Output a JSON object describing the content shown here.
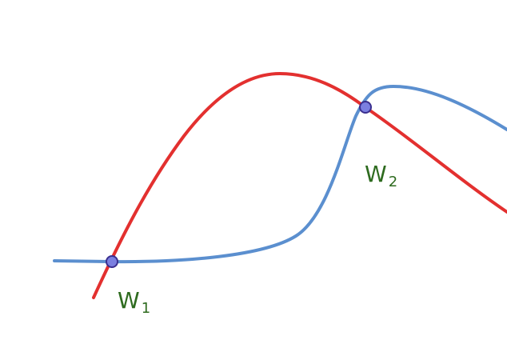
{
  "colors": {
    "red_curve": "#e3302f",
    "blue_curve": "#5b8fcf",
    "point_fill": "#7b7fe0",
    "point_stroke": "#3a2f8f",
    "label": "#2e6b1f"
  },
  "labels": {
    "w1": {
      "main": "W",
      "sub": "1"
    },
    "w2": {
      "main": "W",
      "sub": "2"
    }
  }
}
